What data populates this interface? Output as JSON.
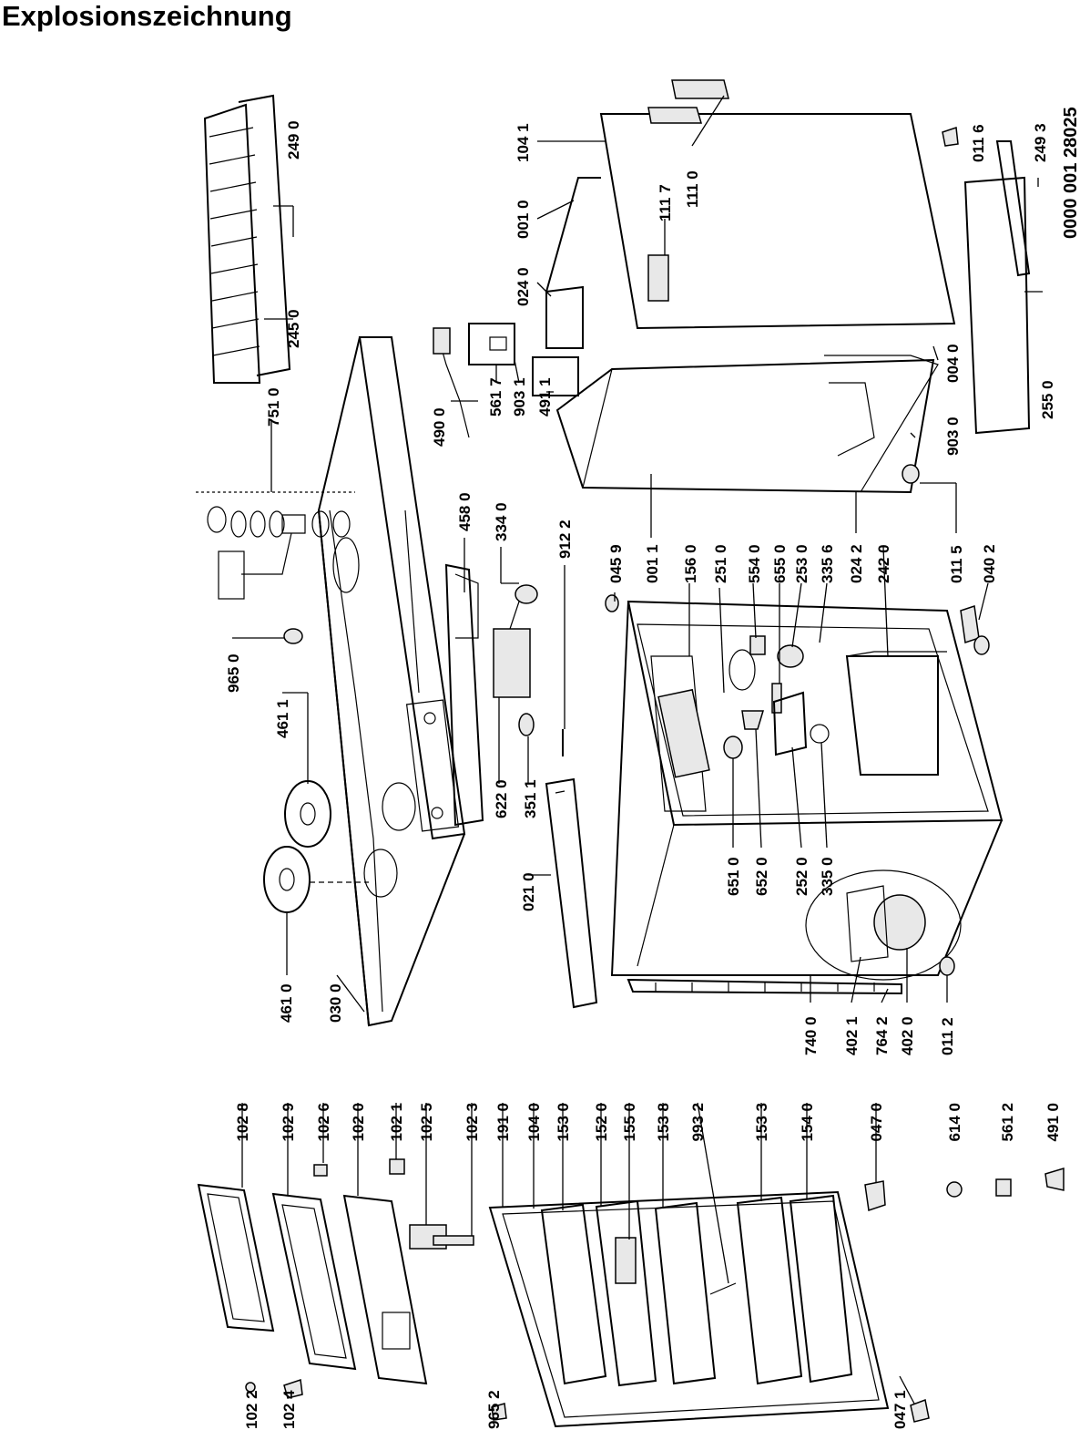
{
  "title": "Explosionszeichnung",
  "document_number": "0000 001 28025",
  "part_labels": {
    "p1022": "102 2",
    "p1024": "102 4",
    "p9652": "965 2",
    "p1028": "102 8",
    "p1029": "102 9",
    "p1026": "102 6",
    "p1020": "102 0",
    "p1021": "102 1",
    "p1025": "102 5",
    "p1023": "102 3",
    "p1910": "191 0",
    "p1040": "104 0",
    "p1530": "153 0",
    "p1520": "152 0",
    "p1550": "155 0",
    "p1538": "153 8",
    "p9932": "993 2",
    "p1533": "153 3",
    "p1540": "154 0",
    "p0470": "047 0",
    "p0471": "047 1",
    "p6140": "614 0",
    "p5612": "561 2",
    "p4910": "491 0",
    "p4610": "461 0",
    "p0300": "030 0",
    "p4611": "461 1",
    "p9650": "965 0",
    "p7510": "751 0",
    "p2450": "245 0",
    "p2490": "249 0",
    "p4580": "458 0",
    "p3340": "334 0",
    "p6220": "622 0",
    "p3511": "351 1",
    "p9122": "912 2",
    "p0210": "021 0",
    "p4900": "490 0",
    "p5617": "561 7",
    "p9031": "903 1",
    "p4911": "491 1",
    "p0240": "024 0",
    "p0010": "001 0",
    "p1117": "111 7",
    "p1110": "111 0",
    "p1041": "104 1",
    "p0116": "011 6",
    "p2493": "249 3",
    "p2550": "255 0",
    "p0040": "004 0",
    "p9030": "903 0",
    "p0459": "045 9",
    "p0011": "001 1",
    "p1560": "156 0",
    "p2510": "251 0",
    "p5540": "554 0",
    "p6550": "655 0",
    "p2530": "253 0",
    "p3356": "335 6",
    "p0242": "024 2",
    "p2420": "242 0",
    "p0115": "011 5",
    "p0402": "040 2",
    "p6510": "651 0",
    "p6520": "652 0",
    "p2520": "252 0",
    "p3350": "335 0",
    "p7400": "740 0",
    "p4021": "402 1",
    "p7642": "764 2",
    "p4020": "402 0",
    "p0112": "011 2"
  }
}
